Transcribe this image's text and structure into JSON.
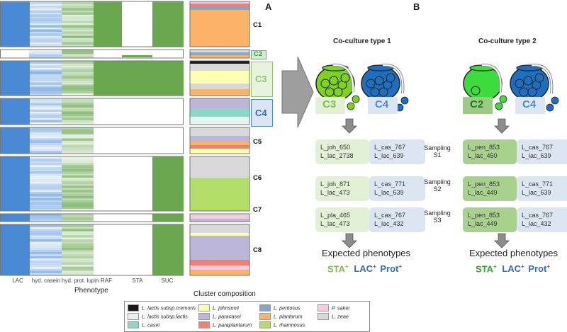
{
  "panels": {
    "a": "A",
    "b": "B"
  },
  "phenotype": {
    "title": "Phenotype",
    "columns": [
      "LAC",
      "hyd. casein",
      "hyd. prot. lupin",
      "RAF",
      "STA",
      "SUC"
    ]
  },
  "cluster_composition_title": "Cluster composition",
  "clusters": [
    "C1",
    "C2",
    "C3",
    "C4",
    "C5",
    "C6",
    "C7",
    "C8"
  ],
  "coculture": [
    {
      "title": "Co-culture type 1",
      "jar_left": "C3",
      "jar_right": "C4",
      "samples": [
        {
          "left": [
            "L_joh_650",
            "L_lac_2738"
          ],
          "right": [
            "L_cas_767",
            "L_lac_639"
          ]
        },
        {
          "left": [
            "L_joh_871",
            "L_lac_473"
          ],
          "right": [
            "L_cas_771",
            "L_lac_639"
          ]
        },
        {
          "left": [
            "L_pla_465",
            "L_lac_473"
          ],
          "right": [
            "L_cas_767",
            "L_lac_432"
          ]
        }
      ],
      "expected_title": "Expected phenotypes",
      "pheno_green": "STA",
      "pheno_blue": "LAC",
      "pheno_blue2": "Prot",
      "plus": "+"
    },
    {
      "title": "Co-culture type 2",
      "jar_left": "C2",
      "jar_right": "C4",
      "samples": [
        {
          "left": [
            "L_pen_853",
            "L_lac_450"
          ],
          "right": [
            "L_cas_767",
            "L_lac_639"
          ]
        },
        {
          "left": [
            "L_pen_853",
            "L_lac_449"
          ],
          "right": [
            "L_cas_771",
            "L_lac_639"
          ]
        },
        {
          "left": [
            "L_pen_853",
            "L_lac_449"
          ],
          "right": [
            "L_cas_767",
            "L_lac_432"
          ]
        }
      ],
      "expected_title": "Expected phenotypes",
      "pheno_green": "STA",
      "pheno_blue": "LAC",
      "pheno_blue2": "Prot",
      "plus": "+"
    }
  ],
  "sampling": [
    {
      "label": "Sampling",
      "id": "S1"
    },
    {
      "label": "Sampling",
      "id": "S2"
    },
    {
      "label": "Sampling",
      "id": "S3"
    }
  ],
  "legend": [
    {
      "name": "L. lactis subsp.cremoris",
      "color": "#1a1a1a"
    },
    {
      "name": "L. lactis subsp.lactis",
      "color": "#e6f4f1"
    },
    {
      "name": "L. casei",
      "color": "#8ed6c8"
    },
    {
      "name": "L. johnsonii",
      "color": "#ffffb3"
    },
    {
      "name": "L. paracasei",
      "color": "#bcb6d8"
    },
    {
      "name": "L. paraplantarum",
      "color": "#f08070"
    },
    {
      "name": "L. pentosus",
      "color": "#80a8cc"
    },
    {
      "name": "L. plantarum",
      "color": "#fbb36a"
    },
    {
      "name": "L. rhamnosus",
      "color": "#b3de69"
    },
    {
      "name": "P. sakei",
      "color": "#fbc8e2"
    },
    {
      "name": "L. zeae",
      "color": "#d9d9d9"
    }
  ],
  "colors": {
    "blue": "#4a8ad4",
    "green": "#6aa84f",
    "jar_green": "#6cc82e",
    "jar_blue": "#1f6fc0",
    "c_green_text": "#7cc142",
    "c_blue_text": "#4a8ad4"
  }
}
